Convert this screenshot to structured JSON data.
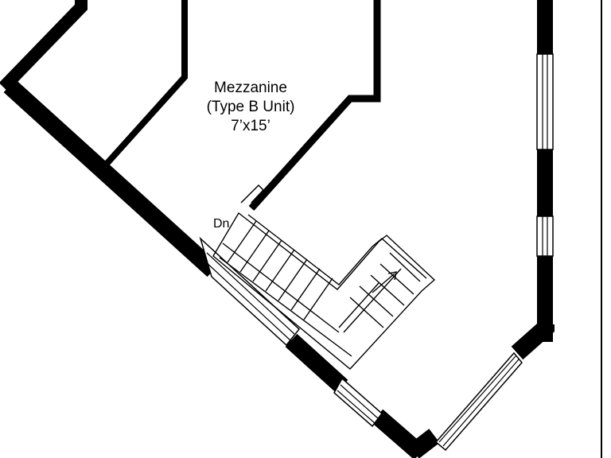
{
  "room": {
    "name": "Mezzanine",
    "unit": "(Type B Unit)",
    "size": "7’x15’"
  },
  "stair": {
    "direction_label": "Dn"
  },
  "colors": {
    "wall": "#000000",
    "background": "#ffffff",
    "window_frame": "#000000"
  }
}
